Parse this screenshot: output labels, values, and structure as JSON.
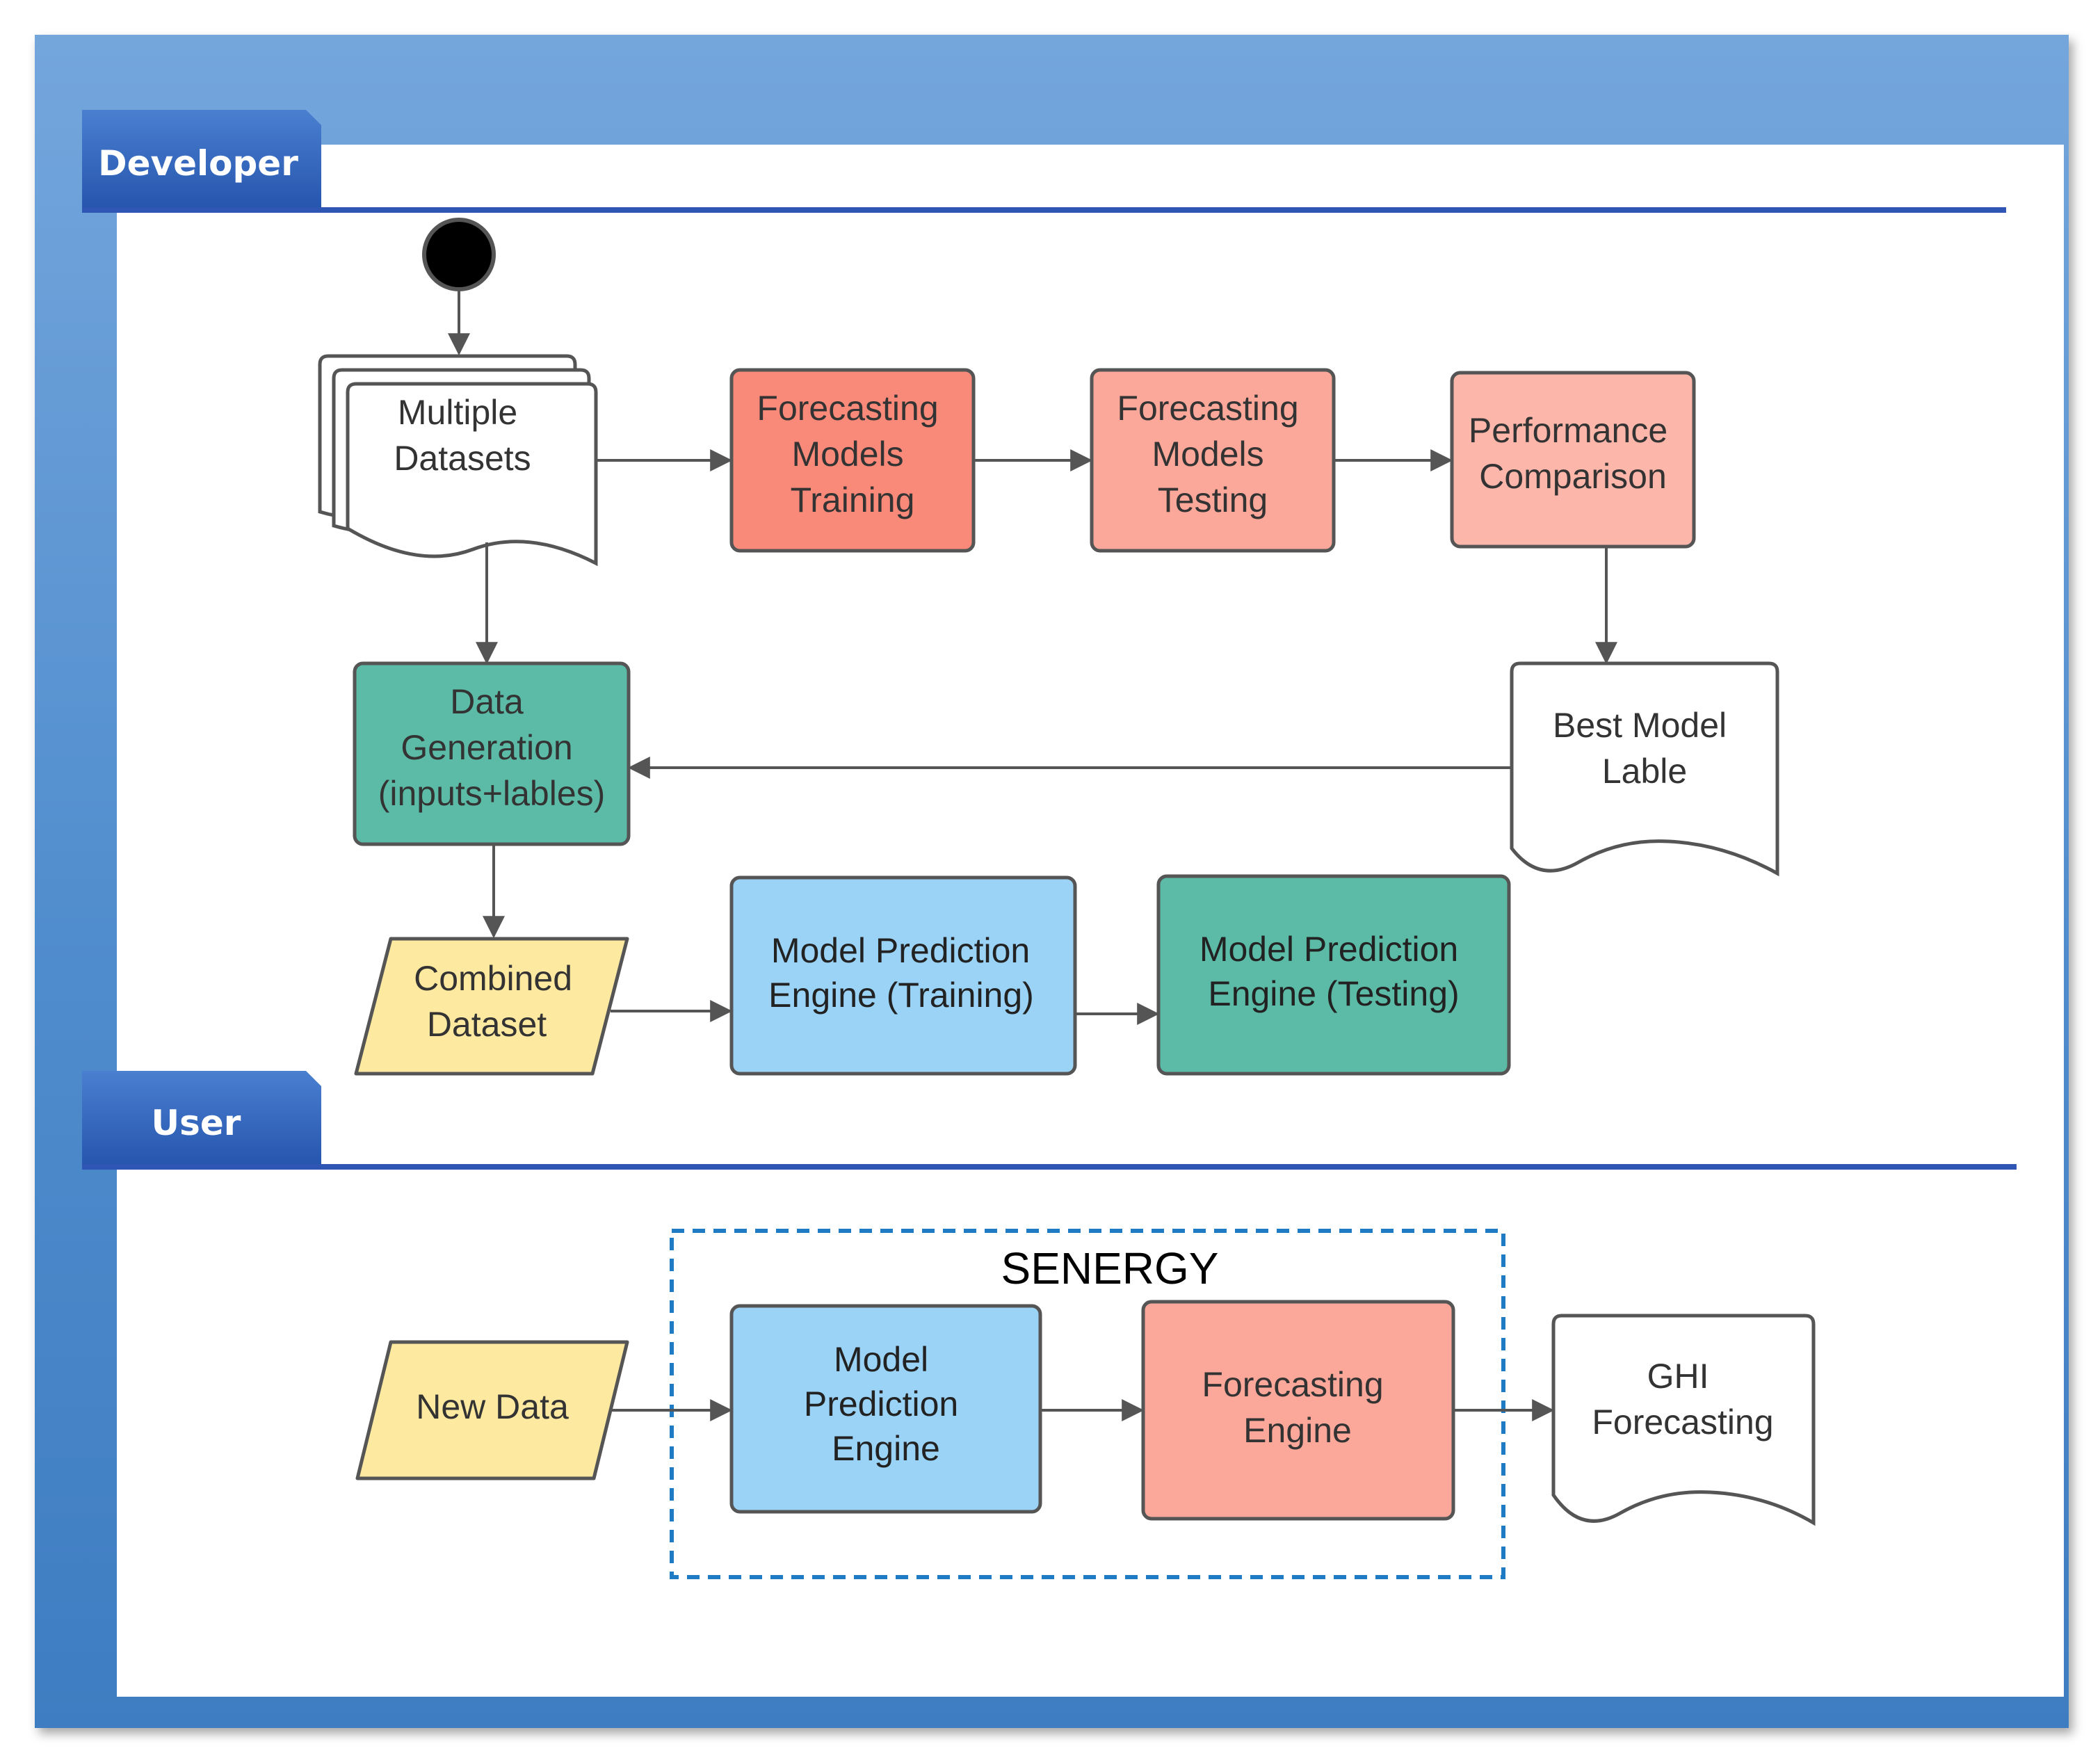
{
  "lanes": {
    "developer": "Developer",
    "user": "User"
  },
  "nodes": {
    "multiple_datasets": [
      "Multiple",
      "Datasets"
    ],
    "fm_training": [
      "Forecasting",
      "Models",
      "Training"
    ],
    "fm_testing": [
      "Forecasting",
      "Models",
      "Testing"
    ],
    "performance_comparison": [
      "Performance",
      "Comparison"
    ],
    "best_model_label": [
      "Best Model",
      "Lable"
    ],
    "data_generation": [
      "Data",
      "Generation",
      "(inputs+lables)"
    ],
    "combined_dataset": [
      "Combined",
      "Dataset"
    ],
    "mpe_training": [
      "Model Prediction",
      "Engine (Training)"
    ],
    "mpe_testing": [
      "Model Prediction",
      "Engine (Testing)"
    ],
    "new_data": [
      "New Data"
    ],
    "senergy_title": "SENERGY",
    "model_prediction_engine": [
      "Model",
      "Prediction",
      "Engine"
    ],
    "forecasting_engine": [
      "Forecasting",
      "Engine"
    ],
    "ghi_forecasting": [
      "GHI",
      "Forecasting"
    ]
  },
  "colors": {
    "frame": "#5b93d2",
    "lane_tab": "#2f5fb8",
    "lane_line": "#2f55b5",
    "salmon_dark": "#f98a7a",
    "salmon_light": "#fba89b",
    "teal": "#5cbba6",
    "light_blue": "#9ad3f5",
    "yellow": "#fde9a0",
    "border": "#555555",
    "arrow": "#555555",
    "senergy_box": "#1f7bc4"
  }
}
